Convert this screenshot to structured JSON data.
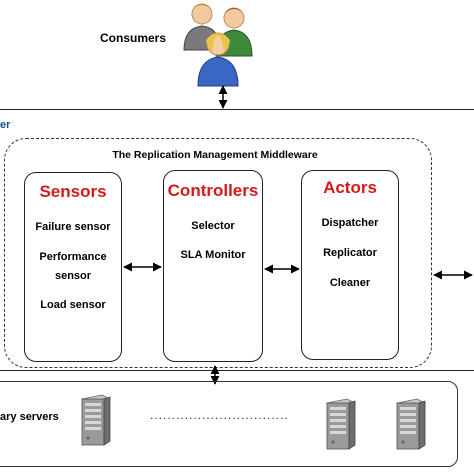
{
  "consumers": {
    "label": "Consumers"
  },
  "layer": {
    "label": "er"
  },
  "middleware": {
    "title": "The Replication  Management  Middleware",
    "components": {
      "sensors": {
        "title": "Sensors",
        "items": [
          "Failure sensor",
          "Performance\nsensor",
          "Load sensor"
        ]
      },
      "controllers": {
        "title": "Controllers",
        "items": [
          "Selector",
          "SLA Monitor"
        ]
      },
      "actors": {
        "title": "Actors",
        "items": [
          "Dispatcher",
          "Replicator",
          "Cleaner"
        ]
      }
    }
  },
  "servers": {
    "label": "ary servers",
    "ellipsis": "................................"
  },
  "colors": {
    "component_title": "#d41a1a",
    "layer_label": "#1a4f8a"
  }
}
